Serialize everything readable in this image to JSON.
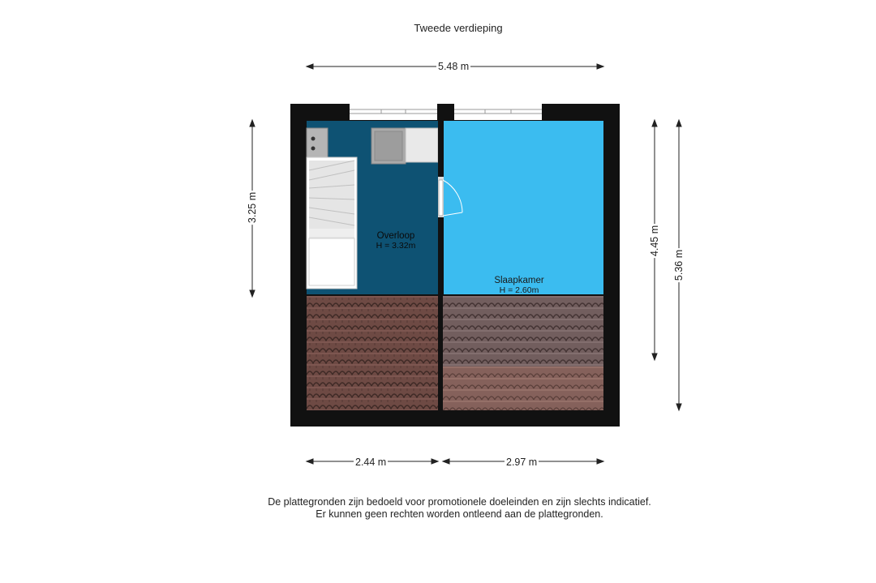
{
  "title": "Tweede verdieping",
  "dimensions": {
    "top_width": "5.48 m",
    "left_height": "3.25 m",
    "right_inner_height": "4.45 m",
    "right_outer_height": "5.36 m",
    "bottom_left_width": "2.44 m",
    "bottom_right_width": "2.97 m"
  },
  "rooms": {
    "overloop": {
      "name": "Overloop",
      "height": "H = 3.32m"
    },
    "slaapkamer": {
      "name": "Slaapkamer",
      "height": "H = 2.60m"
    }
  },
  "disclaimer": {
    "line1": "De plattegronden zijn bedoeld voor promotionele doeleinden en zijn slechts indicatief.",
    "line2": "Er kunnen geen rechten worden ontleend aan de plattegronden."
  },
  "colors": {
    "overloop": "#0e5273",
    "slaapkamer": "#3bbcf0",
    "wall": "#111111",
    "roof": "#6e4a44"
  }
}
